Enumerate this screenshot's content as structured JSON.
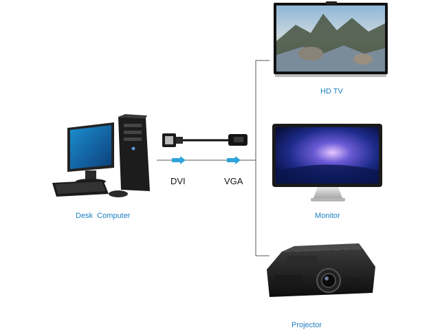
{
  "devices": {
    "source": {
      "name": "Desk  Computer",
      "icon": "desktop-computer-icon"
    },
    "targets": [
      {
        "name": "HD TV",
        "icon": "hd-tv-icon"
      },
      {
        "name": "Monitor",
        "icon": "monitor-icon"
      },
      {
        "name": "Projector",
        "icon": "projector-icon"
      }
    ]
  },
  "connectors": {
    "input": "DVI",
    "output": "VGA"
  },
  "colors": {
    "label": "#1a7fc0",
    "arrow": "#2ea3d9",
    "line": "#555555"
  }
}
